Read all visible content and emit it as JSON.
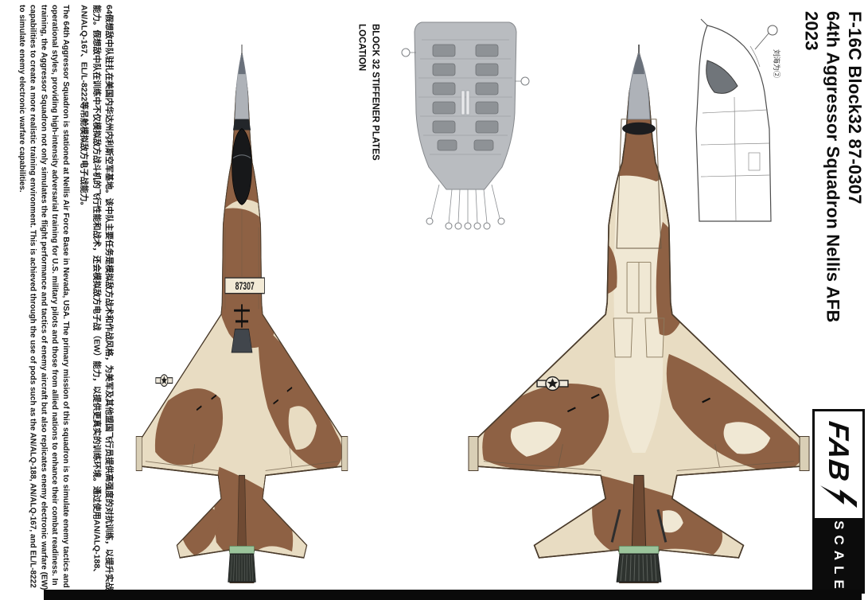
{
  "sheet": {
    "title": {
      "line1": "F-16C Block32 87-0307",
      "line2": "64th Aggressor Squadron Nellis AFB",
      "line3": "2023"
    },
    "intro": {
      "chinese": "64假想敌中队驻扎在美国内华达州内利斯空军基地。该中队主要任务是模拟敌方战术和作战风格，为美军及其他盟国飞行员提供高强度的对抗训练，以提升实战能力。假想敌中队在训练中不仅模拟敌方战斗机的飞行性能和战术，还会模拟敌方电子战（EW）能力，以提供更真实的训练环境。通过使用AN/ALQ-188、AN/ALQ-167、EL/L-8222等吊舱模拟敌方电子战能力。",
      "english": "The 64th Aggressor Squadron is stationed at Nellis Air Force Base in Nevada, USA. The primary mission of this squadron is to simulate enemy tactics and operational styles, providing high-intensity adversarial training for U.S. military pilots and those from allied nations to enhance their combat readiness. In training, the Aggressor Squadron not only simulates the flight performance and tactics of enemy aircraft but also replicates enemy electronic warfare (EW) capabilities to create a more realistic training environment. This is achieved through the use of pods such as the AN/ALQ-188, AN/ALQ-167, and EL/L-8222 to simulate enemy electronic warfare capabilities."
    },
    "stiffener_label": {
      "line1": "BLOCK 32 STIFFENER PLATES",
      "line2": "LOCATION"
    },
    "nose_note": "刘海为②",
    "aircraft": {
      "tail_number": "87307"
    },
    "logo": {
      "name_top": "FAB",
      "name_bottom": "SCALE"
    },
    "colors": {
      "camo_tan": "#E8DCC2",
      "camo_cream": "#F0E8D4",
      "camo_brown": "#8E6144",
      "camo_brown_dark": "#6F4A33",
      "radome_gray": "#AEB2B8",
      "canopy_black": "#17181A",
      "exhaust_green": "#9BC49B",
      "nozzle_dark": "#2E332F",
      "diagram_gray": "#B9BCC0",
      "plate_gray": "#8E9296"
    }
  }
}
